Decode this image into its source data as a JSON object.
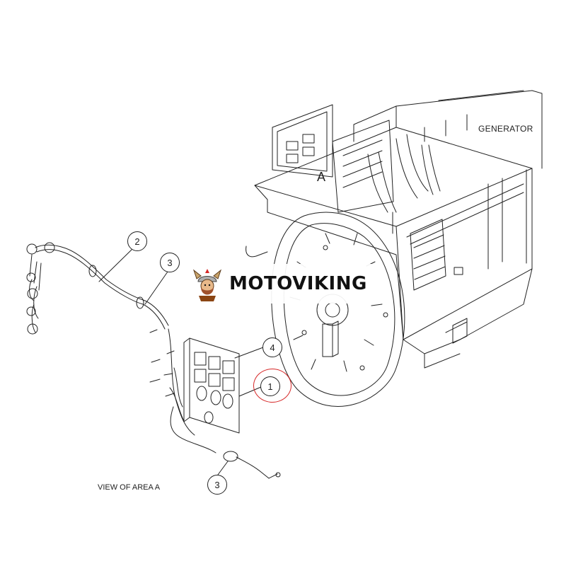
{
  "labels": {
    "generator": "GENERATOR",
    "view_of_area": "VIEW OF AREA A",
    "area_marker": "A"
  },
  "callouts": {
    "c2": "2",
    "c3_top": "3",
    "c4": "4",
    "c1": "1",
    "c3_bottom": "3"
  },
  "watermark": {
    "text": "MOTOVIKING",
    "logo_icon": "viking-mascot-icon"
  },
  "colors": {
    "line": "#222222",
    "highlight": "#d62828",
    "background": "#ffffff"
  }
}
